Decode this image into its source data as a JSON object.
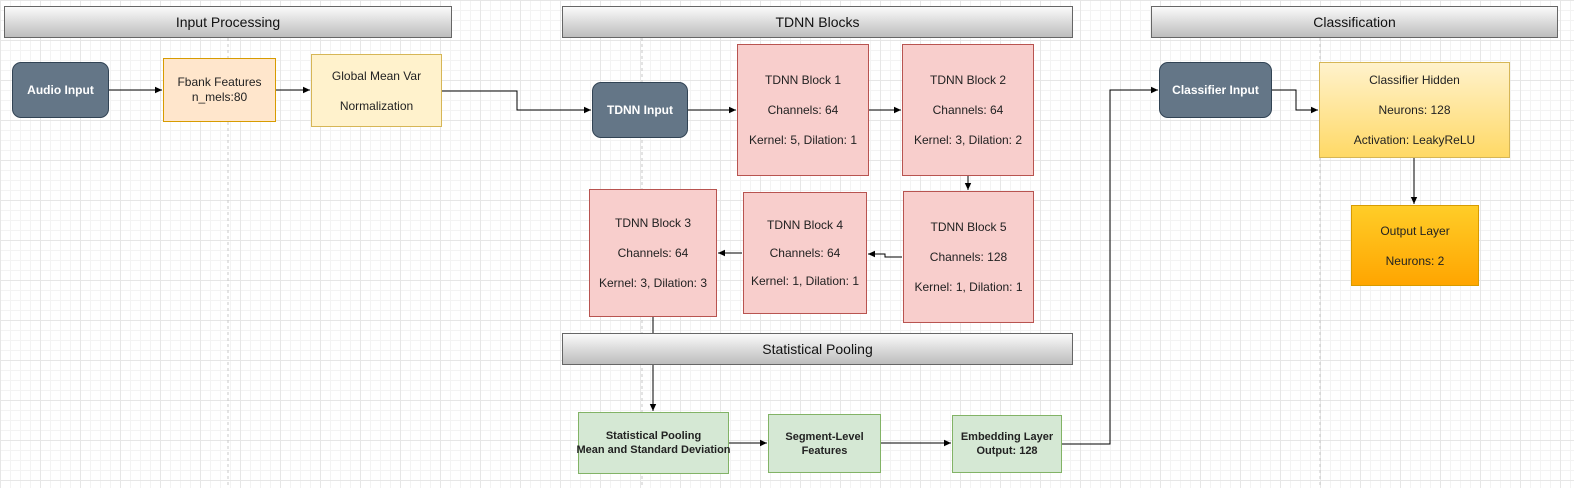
{
  "headers": {
    "input_processing": "Input Processing",
    "tdnn_blocks": "TDNN Blocks",
    "classification": "Classification",
    "statistical_pooling": "Statistical Pooling"
  },
  "nodes": {
    "audio_input": [
      "Audio Input"
    ],
    "fbank": [
      "Fbank Features",
      "n_mels:80"
    ],
    "gmvn": [
      "Global Mean Var",
      "Normalization"
    ],
    "tdnn_input": [
      "TDNN Input"
    ],
    "tdnn1": [
      "TDNN Block 1",
      "Channels: 64",
      "Kernel: 5, Dilation: 1"
    ],
    "tdnn2": [
      "TDNN Block 2",
      "Channels: 64",
      "Kernel: 3, Dilation: 2"
    ],
    "tdnn3": [
      "TDNN Block 3",
      "Channels: 64",
      "Kernel: 3, Dilation: 3"
    ],
    "tdnn4": [
      "TDNN Block 4",
      "Channels: 64",
      "Kernel: 1, Dilation: 1"
    ],
    "tdnn5": [
      "TDNN Block 5",
      "Channels: 128",
      "Kernel: 1, Dilation: 1"
    ],
    "stat_pool": [
      "Statistical Pooling",
      "Mean and Standard Deviation"
    ],
    "segment": [
      "Segment-Level",
      "Features"
    ],
    "embedding": [
      "Embedding Layer",
      "Output: 128"
    ],
    "classifier_input": [
      "Classifier Input"
    ],
    "classifier_hidden": [
      "Classifier Hidden",
      "Neurons: 128",
      "Activation: LeakyReLU"
    ],
    "output_layer": [
      "Output Layer",
      "Neurons: 2"
    ]
  },
  "colors": {
    "dark_fill": "#647687",
    "orange_fill": "#ffe6cc",
    "yellow_fill": "#fff2cc",
    "red_fill": "#f8cecc",
    "green_fill": "#d5e8d4",
    "output_fill": "#ffa500",
    "edge": "#000000"
  }
}
